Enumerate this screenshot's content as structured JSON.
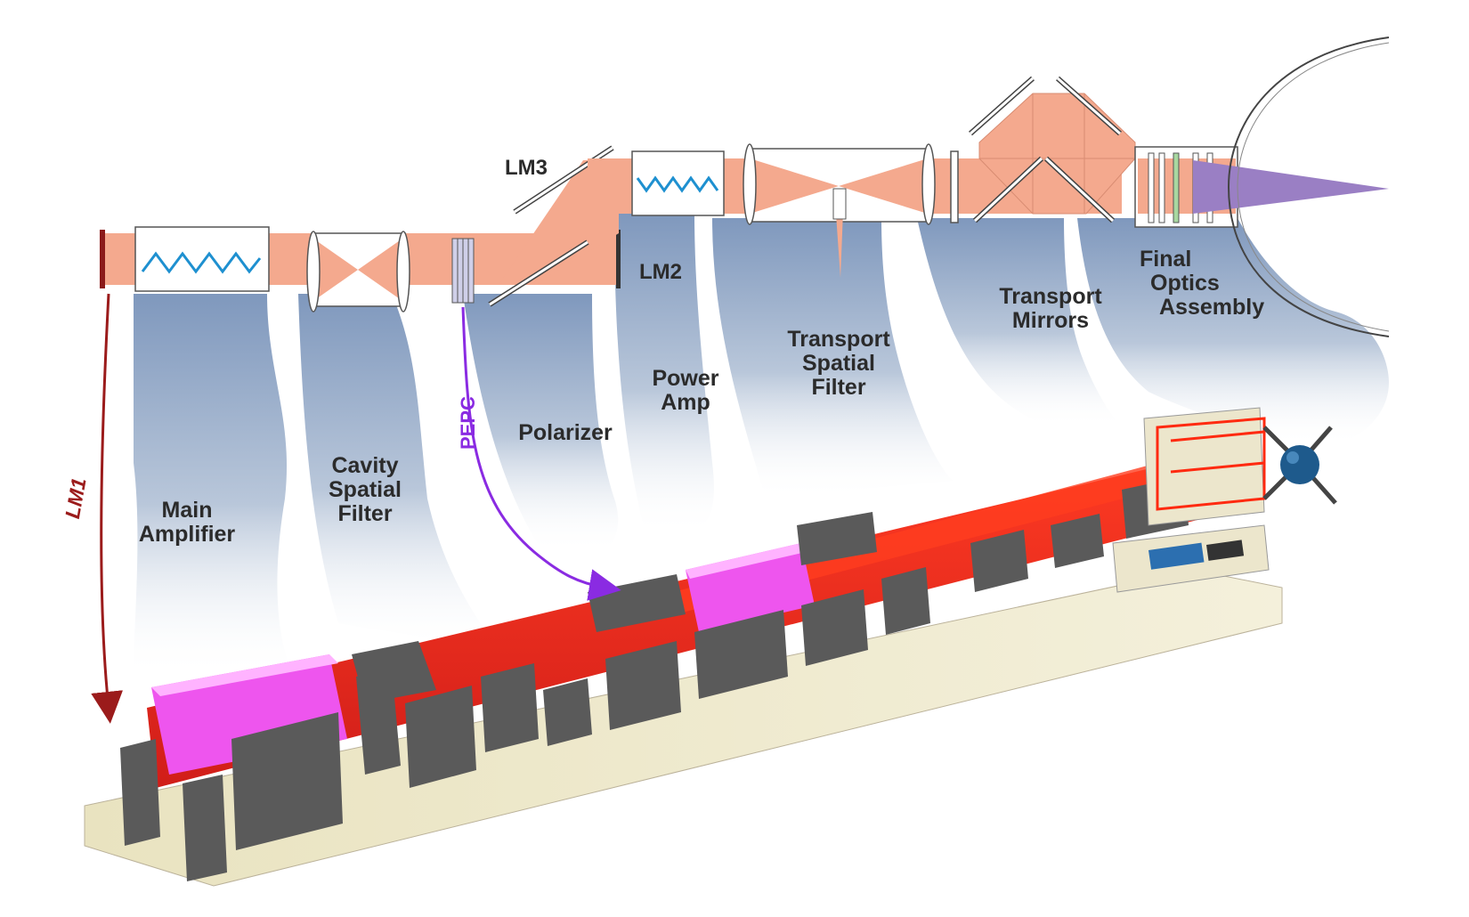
{
  "labels": {
    "lm1": "LM1",
    "lm2": "LM2",
    "lm3": "LM3",
    "pepc": "PEPC",
    "main_amplifier": [
      "Main",
      "Amplifier"
    ],
    "cavity_spatial_filter": [
      "Cavity",
      "Spatial",
      "Filter"
    ],
    "polarizer": "Polarizer",
    "power_amp": [
      "Power",
      "Amp"
    ],
    "transport_spatial_filter": [
      "Transport",
      "Spatial",
      "Filter"
    ],
    "transport_mirrors": [
      "Transport",
      "Mirrors"
    ],
    "final_optics_assembly": [
      "Final",
      "Optics",
      "Assembly"
    ]
  },
  "colors": {
    "beam_salmon": "#f4a98e",
    "beam_red": "#e8140c",
    "amp_magenta": "#ee55ee",
    "callout_blue": "#8fa6c6",
    "lm1_arrow": "#9b1b1b",
    "pepc_arrow": "#8a2be2",
    "zigzag": "#1e90d0",
    "floor": "#ede8c8",
    "structure": "#5a5a5a",
    "final_cone": "#9a7fc4",
    "target_sphere": "#1e5a8c"
  }
}
